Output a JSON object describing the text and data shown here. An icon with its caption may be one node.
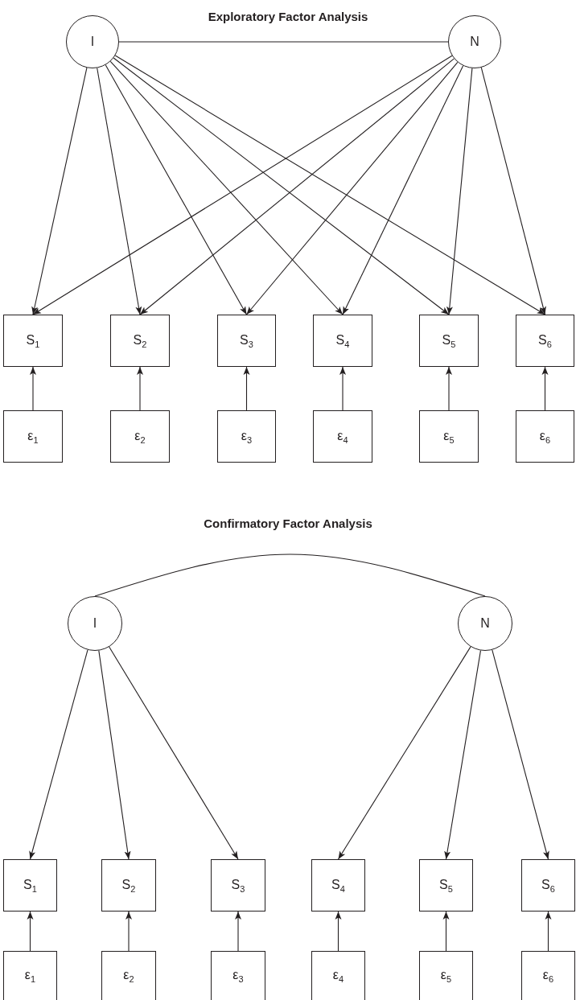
{
  "diagram": {
    "title": "Exploratory Factor Analysis",
    "nodes": [
      {
        "text": [
          "I"
        ]
      },
      {
        "text": [
          "N"
        ]
      },
      {
        "text": [
          "S$_{1}$"
        ]
      },
      {
        "text": [
          "S$_{2}$"
        ]
      },
      {
        "text": [
          "S$_{3}$"
        ]
      },
      {
        "text": [
          "S$_{4}$"
        ]
      },
      {
        "text": [
          "S$_{5}$"
        ]
      },
      {
        "text": [
          "S$_{6}$"
        ]
      },
      {
        "text": [
          "ε$_{1}$"
        ]
      },
      {
        "text": [
          "ε$_{2}$"
        ]
      },
      {
        "text": [
          "ε$_{3}$"
        ]
      },
      {
        "text": [
          "ε$_{4}$"
        ]
      },
      {
        "text": [
          "ε$_{5}$"
        ]
      },
      {
        "text": [
          "ε$_{6}$"
        ]
      },
      {
        "text": [
          "I"
        ]
      },
      {
        "text": [
          "N"
        ]
      },
      {
        "text": [
          "S$_{1}$"
        ]
      },
      {
        "text": [
          "S$_{2}$"
        ]
      },
      {
        "text": [
          "S$_{3}$"
        ]
      },
      {
        "text": [
          "S$_{4}$"
        ]
      },
      {
        "text": [
          "S$_{5}$"
        ]
      },
      {
        "text": [
          "S$_{6}$"
        ]
      },
      {
        "text": [
          "ε$_{1}$"
        ]
      },
      {
        "text": [
          "ε$_{2}$"
        ]
      },
      {
        "text": [
          "ε$_{3}$"
        ]
      },
      {
        "text": [
          "ε$_{4}$"
        ]
      },
      {
        "text": [
          "ε$_{5}$"
        ]
      },
      {
        "text": [
          "ε$_{6}$"
        ]
      }
    ],
    "edges": [
      {
        "from": 0,
        "to": 1,
        "arrow": "none"
      },
      {
        "from": 0,
        "to": 2,
        "arrow": "to"
      },
      {
        "from": 0,
        "to": 3,
        "arrow": "to"
      },
      {
        "from": 0,
        "to": 4,
        "arrow": "to"
      },
      {
        "from": 0,
        "to": 5,
        "arrow": "to"
      },
      {
        "from": 0,
        "to": 6,
        "arrow": "to"
      },
      {
        "from": 0,
        "to": 7,
        "arrow": "to"
      },
      {
        "from": 1,
        "to": 2,
        "arrow": "to"
      },
      {
        "from": 1,
        "to": 3,
        "arrow": "to"
      },
      {
        "from": 1,
        "to": 4,
        "arrow": "to"
      },
      {
        "from": 1,
        "to": 5,
        "arrow": "to"
      },
      {
        "from": 1,
        "to": 6,
        "arrow": "to"
      },
      {
        "from": 1,
        "to": 7,
        "arrow": "to"
      },
      {
        "from": 8,
        "to": 2,
        "arrow": "to"
      },
      {
        "from": 9,
        "to": 3,
        "arrow": "to"
      },
      {
        "from": 10,
        "to": 4,
        "arrow": "to"
      },
      {
        "from": 11,
        "to": 5,
        "arrow": "to"
      },
      {
        "from": 12,
        "to": 6,
        "arrow": "to"
      },
      {
        "from": 13,
        "to": 7,
        "arrow": "to"
      },
      {
        "from": 14,
        "to": 15,
        "arrow": "none"
      },
      {
        "from": 14,
        "to": 16,
        "arrow": "to"
      },
      {
        "from": 14,
        "to": 17,
        "arrow": "to"
      },
      {
        "from": 14,
        "to": 18,
        "arrow": "to"
      },
      {
        "from": 15,
        "to": 19,
        "arrow": "to"
      },
      {
        "from": 15,
        "to": 20,
        "arrow": "to"
      },
      {
        "from": 15,
        "to": 21,
        "arrow": "to"
      },
      {
        "from": 22,
        "to": 16,
        "arrow": "to"
      },
      {
        "from": 23,
        "to": 17,
        "arrow": "to"
      },
      {
        "from": 24,
        "to": 18,
        "arrow": "to"
      },
      {
        "from": 25,
        "to": 19,
        "arrow": "to"
      },
      {
        "from": 26,
        "to": 20,
        "arrow": "to"
      },
      {
        "from": 27,
        "to": 21,
        "arrow": "to"
      }
    ],
    "labels": [
      "Confirmatory Factor Analysis"
    ]
  }
}
